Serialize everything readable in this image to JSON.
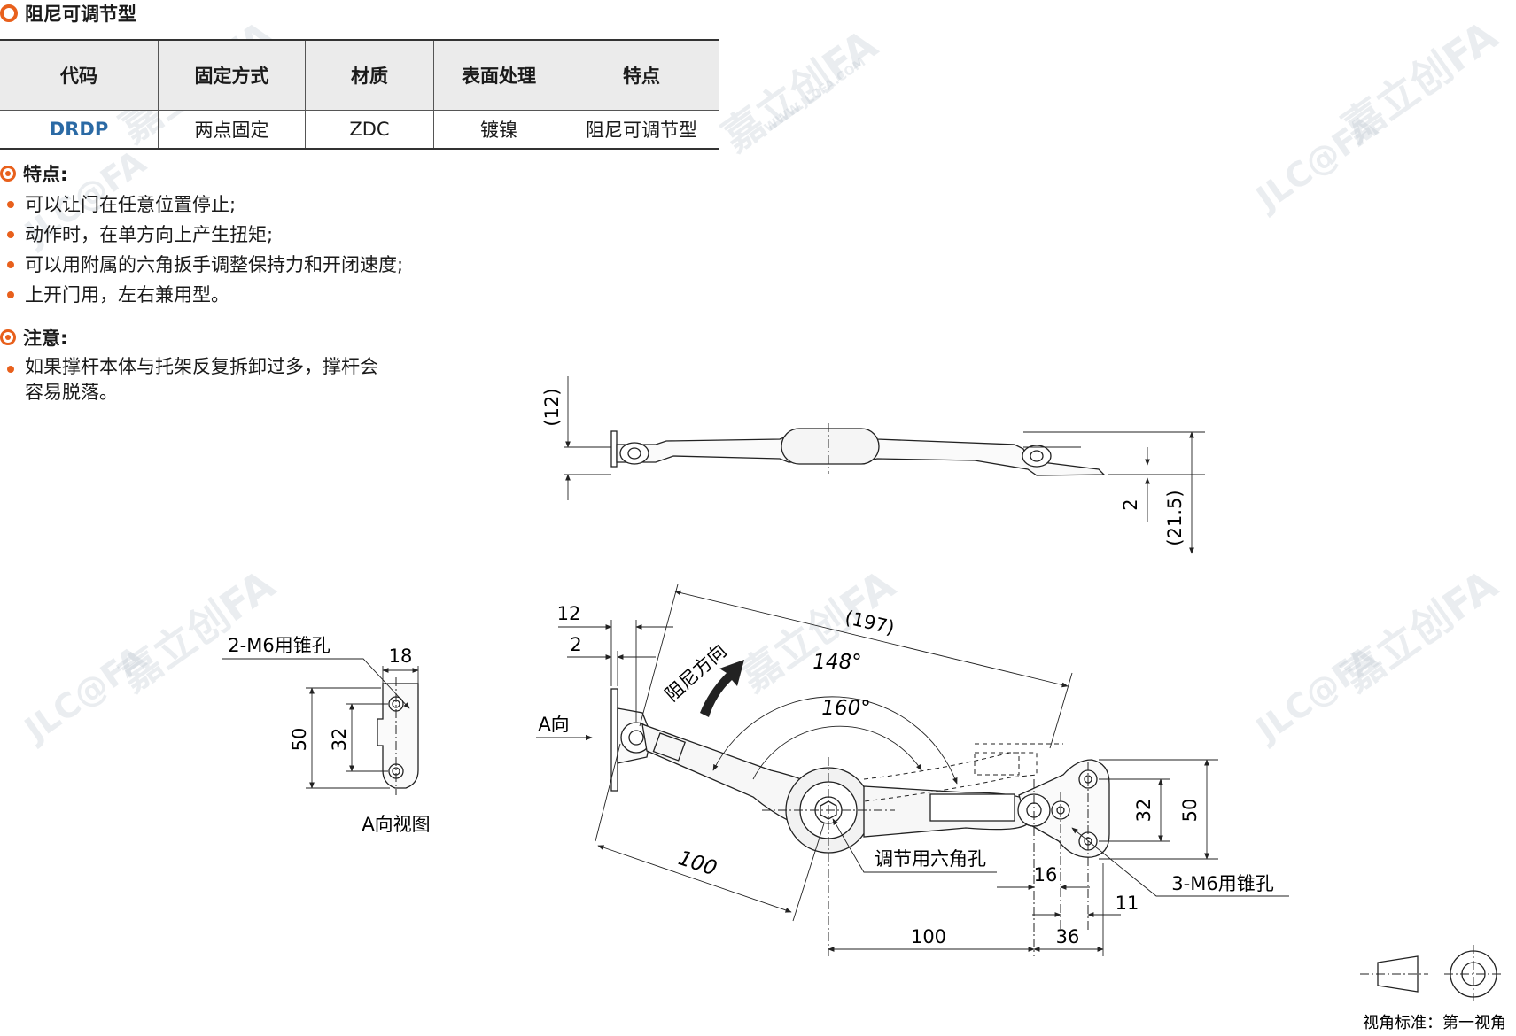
{
  "title": "阻尼可调节型",
  "table": {
    "headers": [
      "代码",
      "固定方式",
      "材质",
      "表面处理",
      "特点"
    ],
    "rows": [
      [
        "DRDP",
        "两点固定",
        "ZDC",
        "镀镍",
        "阻尼可调节型"
      ]
    ]
  },
  "features": {
    "heading": "特点:",
    "items": [
      "可以让门在任意位置停止;",
      "动作时，在单方向上产生扭矩;",
      "可以用附属的六角扳手调整保持力和开闭速度;",
      "上开门用，左右兼用型。"
    ]
  },
  "notes": {
    "heading": "注意:",
    "line1": "如果撑杆本体与托架反复拆卸过多，撑杆会",
    "line2": "容易脱落。"
  },
  "watermark": {
    "brand": "嘉立创FA",
    "logo": "JLC@FA",
    "url": "WWW.JLCFA.COM"
  },
  "top_view": {
    "dim_12": "(12)",
    "dim_2": "2",
    "dim_215": "(21.5)"
  },
  "a_view": {
    "hole_label": "2-M6用锥孔",
    "dim_18": "18",
    "dim_50": "50",
    "dim_32": "32",
    "caption": "A向视图"
  },
  "main_view": {
    "dim_12": "12",
    "dim_2": "2",
    "dim_197": "(197)",
    "damping_dir": "阻尼方向",
    "a_dir": "A向",
    "angle_148": "148°",
    "angle_160": "160°",
    "dim_100_left": "100",
    "hex_hole": "调节用六角孔",
    "dim_32": "32",
    "dim_50": "50",
    "dim_16": "16",
    "hole_label": "3-M6用锥孔",
    "dim_11": "11",
    "dim_100_bottom": "100",
    "dim_36": "36"
  },
  "projection": {
    "label": "视角标准：第一视角"
  }
}
